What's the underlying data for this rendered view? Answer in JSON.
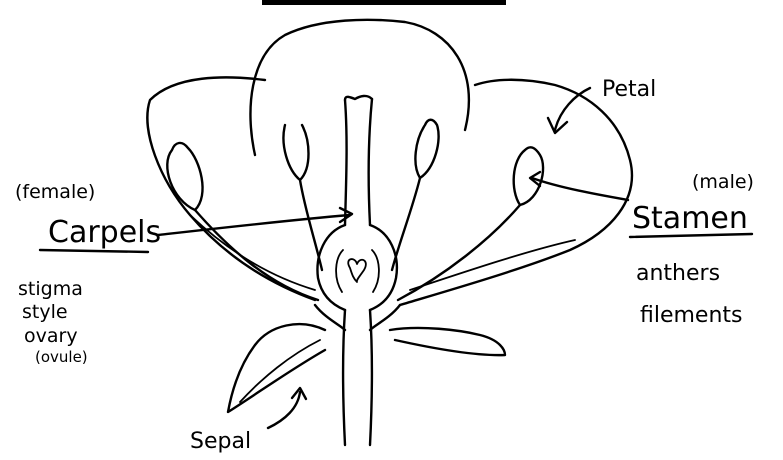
{
  "diagram": {
    "labels": {
      "petal": "Petal",
      "female": "(female)",
      "carpels": "Carpels",
      "carpel_parts": [
        "stigma",
        "style",
        "ovary",
        "(ovule)"
      ],
      "male": "(male)",
      "stamen": "Stamen",
      "stamen_parts": [
        "anthers",
        "filements"
      ],
      "sepal": "Sepal"
    }
  }
}
